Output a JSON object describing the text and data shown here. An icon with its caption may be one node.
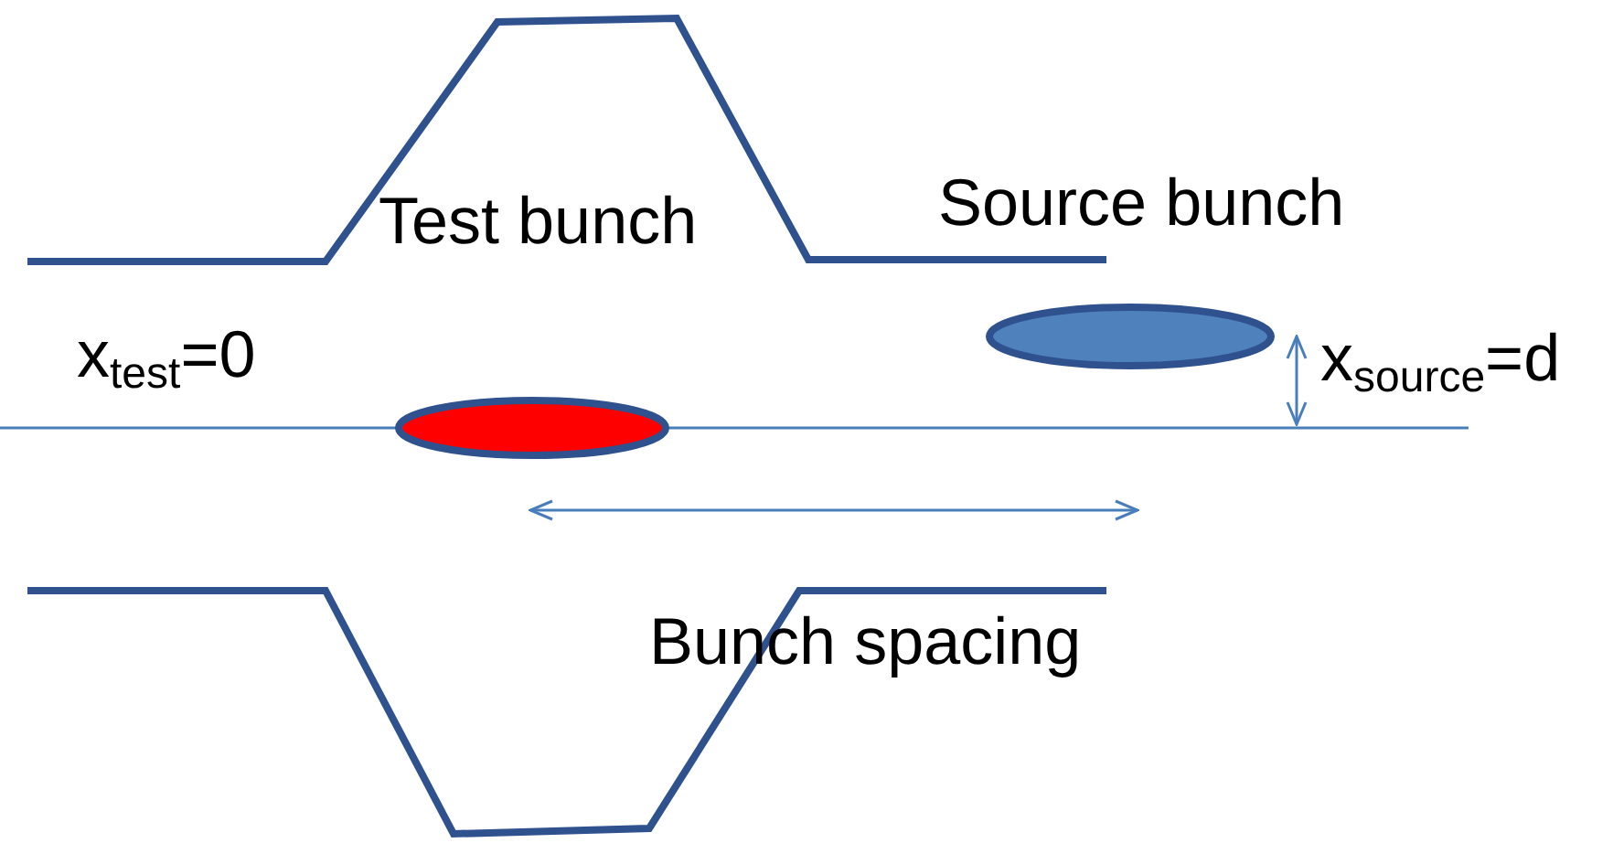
{
  "diagram": {
    "nodes": [
      {
        "text": [],
        "shape": "ellipse"
      },
      {
        "text": [],
        "shape": "ellipse"
      }
    ],
    "labels": [
      "Test bunch",
      "Source bunch",
      "x$_{test}$=0",
      "x$_{source}$=d",
      "Bunch spacing"
    ]
  }
}
